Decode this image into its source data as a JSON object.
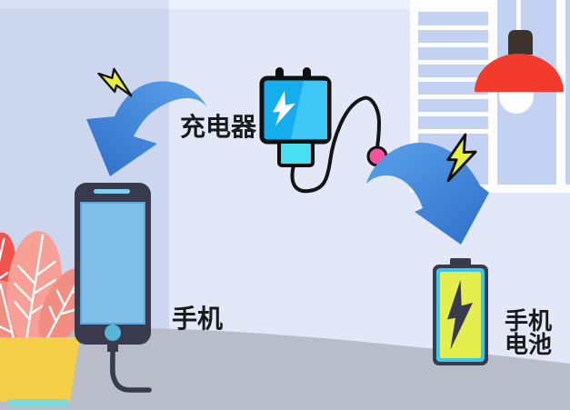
{
  "labels": {
    "charger": "充电器",
    "phone": "手机",
    "battery_line1": "手机",
    "battery_line2": "电池"
  },
  "colors": {
    "wall_left": "#ccd7ef",
    "wall_right": "#e2e8f8",
    "ceiling_left": "#d8e0f3",
    "ceiling_right": "#edf1fb",
    "floor": "#b9bdc9",
    "window_frame": "#fdfdfe",
    "window_pane": "#c3d1f2",
    "lamp_shade": "#f23b2d",
    "lamp_socket": "#3c342c",
    "arrow_light": "#5aa2eb",
    "arrow_dark": "#2f6fc9",
    "bolt_fill": "#e6f139",
    "charger_body": "#14aeef",
    "charger_highlight": "#3ec7f4",
    "charger_connector": "#49dff2",
    "cable": "#141414",
    "plug_ball": "#f8519e",
    "phone_body": "#3a3a4e",
    "phone_screen": "#7fbfe8",
    "phone_speaker": "#7fd0f0",
    "phone_home": "#57b5d8",
    "battery_body": "#3a3a4e",
    "battery_ring": "#3bc8ee",
    "battery_fill": "#e4ef4e",
    "plant_leaf_dark": "#f0544a",
    "plant_leaf_mid": "#f28d82",
    "plant_leaf_light": "#f8a096",
    "pot": "#f6cf49",
    "pot_base": "#7fd8dc",
    "label_color": "#1a1a1a"
  }
}
